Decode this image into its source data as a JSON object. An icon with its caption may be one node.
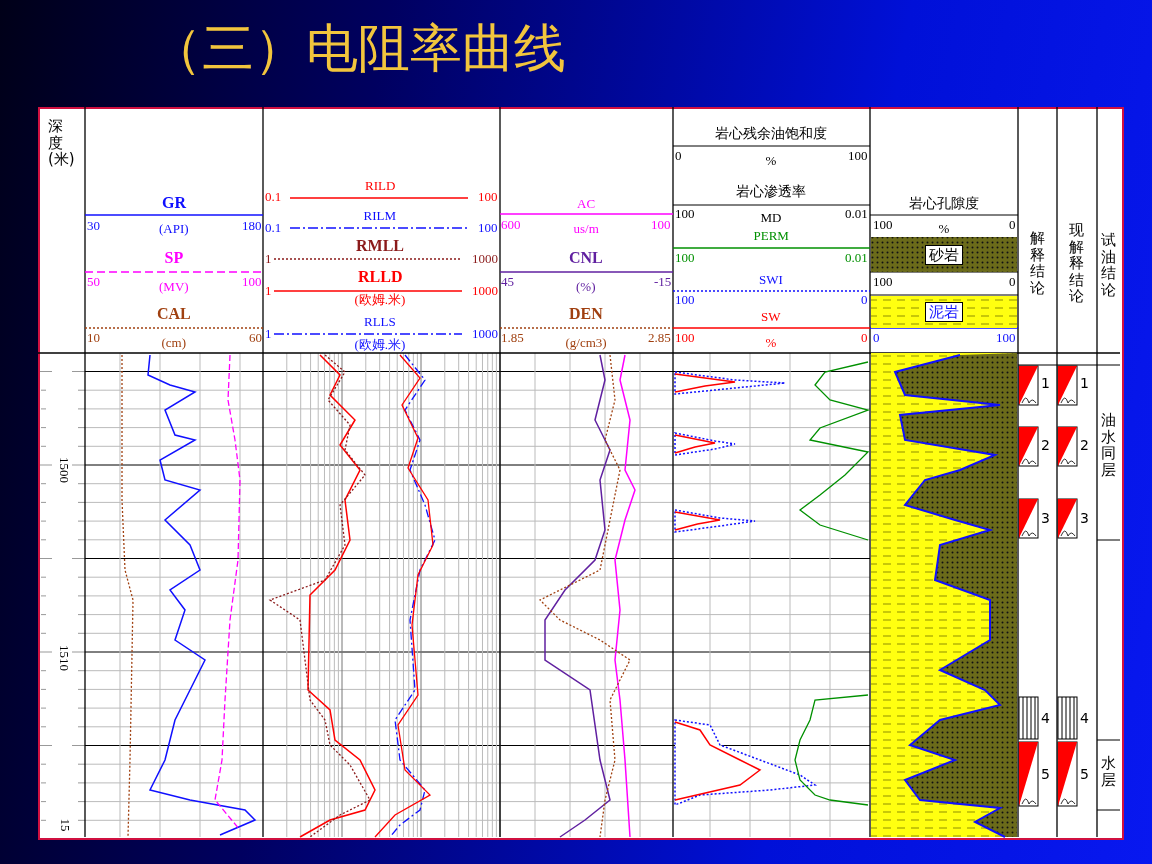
{
  "diagram": {
    "title": "（三）电阻率曲线",
    "labels": [
      "深度(米)",
      "GR",
      "30",
      "(API)",
      "180",
      "SP",
      "50",
      "(MV)",
      "100",
      "CAL",
      "10",
      "(cm)",
      "60",
      "RILD",
      "0.1",
      "100",
      "RILM",
      "0.1",
      "100",
      "RMLL",
      "1",
      "1000",
      "RLLD",
      "1",
      "1000",
      "(欧姆.米)",
      "RLLS",
      "1",
      "1000",
      "(欧姆.米)",
      "AC",
      "600",
      "us/m",
      "100",
      "CNL",
      "45",
      "(%)",
      "-15",
      "DEN",
      "1.85",
      "(g/cm3)",
      "2.85",
      "岩心残余油饱和度",
      "0",
      "%",
      "100",
      "岩心渗透率",
      "100",
      "MD",
      "0.01",
      "PERM",
      "100",
      "0.01",
      "SWI",
      "100",
      "0",
      "SW",
      "100",
      "%",
      "0",
      "岩心孔隙度",
      "100",
      "%",
      "0",
      "砂岩",
      "100",
      "0",
      "泥岩",
      "0",
      "100",
      "解释结论",
      "现解释结论",
      "试油结论",
      "1500",
      "1510",
      "15",
      "1",
      "2",
      "3",
      "4",
      "5",
      "1",
      "2",
      "3",
      "4",
      "5",
      "油水同层",
      "水层"
    ]
  }
}
